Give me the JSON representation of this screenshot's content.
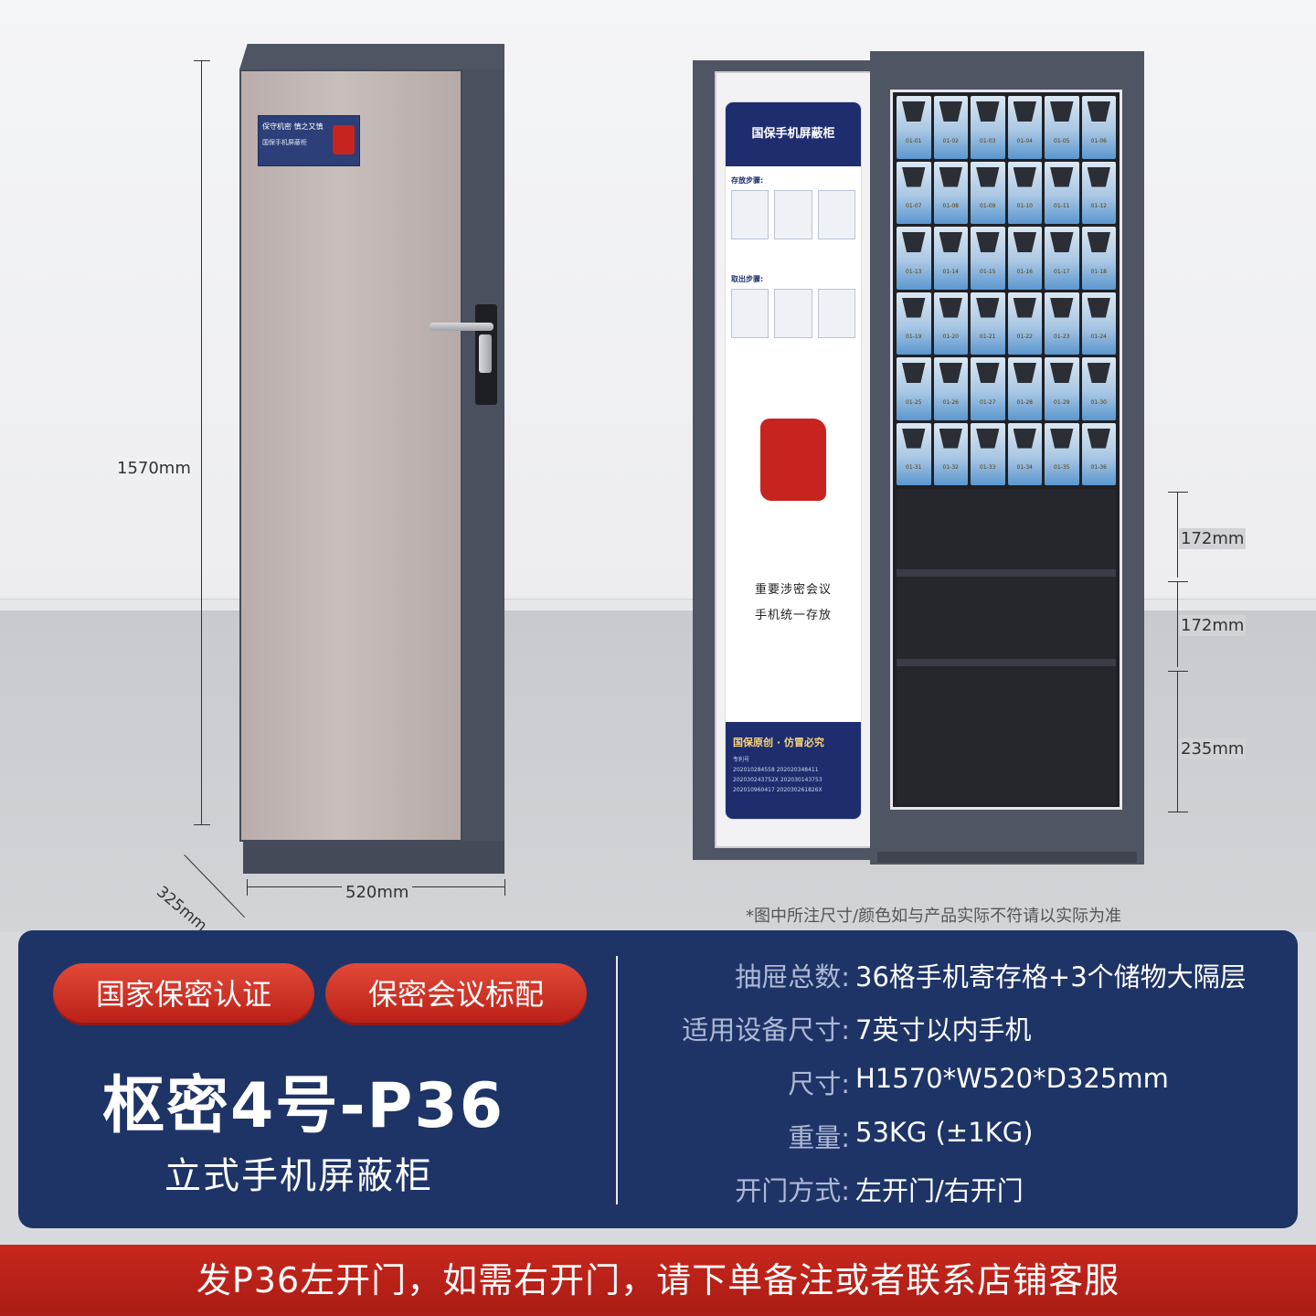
{
  "dimensions": {
    "height": "1570mm",
    "width": "520mm",
    "depth": "325mm",
    "shelf_1": "172mm",
    "shelf_2": "172mm",
    "shelf_3": "235mm"
  },
  "closed_cabinet": {
    "label_line1": "保守机密 慎之又慎",
    "label_line2": "国保手机屏蔽柜"
  },
  "door_poster": {
    "title": "国保手机屏蔽柜",
    "store_steps": "存放步骤:",
    "take_steps": "取出步骤:",
    "slogan_1": "重要涉密会议",
    "slogan_2": "手机统一存放",
    "footer_title": "国保原创 · 仿冒必究",
    "footer_patent_label": "专利号",
    "footer_patents": "202010284558 202020348411 202030243752X 202030143753 202010960417 202030261826X"
  },
  "lockers": [
    "01-01",
    "01-02",
    "01-03",
    "01-04",
    "01-05",
    "01-06",
    "01-07",
    "01-08",
    "01-09",
    "01-10",
    "01-11",
    "01-12",
    "01-13",
    "01-14",
    "01-15",
    "01-16",
    "01-17",
    "01-18",
    "01-19",
    "01-20",
    "01-21",
    "01-22",
    "01-23",
    "01-24",
    "01-25",
    "01-26",
    "01-27",
    "01-28",
    "01-29",
    "01-30",
    "01-31",
    "01-32",
    "01-33",
    "01-34",
    "01-35",
    "01-36"
  ],
  "note": "*图中所注尺寸/颜色如与产品实际不符请以实际为准",
  "panel": {
    "badge_1": "国家保密认证",
    "badge_2": "保密会议标配",
    "product_name": "枢密4号-P36",
    "product_sub": "立式手机屏蔽柜",
    "specs": [
      {
        "label": "抽屉总数:",
        "value": "36格手机寄存格+3个储物大隔层"
      },
      {
        "label": "适用设备尺寸:",
        "value": "7英寸以内手机"
      },
      {
        "label": "尺寸:",
        "value": "H1570*W520*D325mm"
      },
      {
        "label": "重量:",
        "value": "53KG (±1KG)"
      },
      {
        "label": "开门方式:",
        "value": "左开门/右开门"
      }
    ]
  },
  "banner": "发P36左开门，如需右开门，请下单备注或者联系店铺客服",
  "colors": {
    "panel_bg": "#1e3467",
    "badge_red": "#c8241f",
    "banner_red": "#b91e17",
    "cabinet_frame": "#4f5563",
    "door_beige": "#c8bebc"
  }
}
